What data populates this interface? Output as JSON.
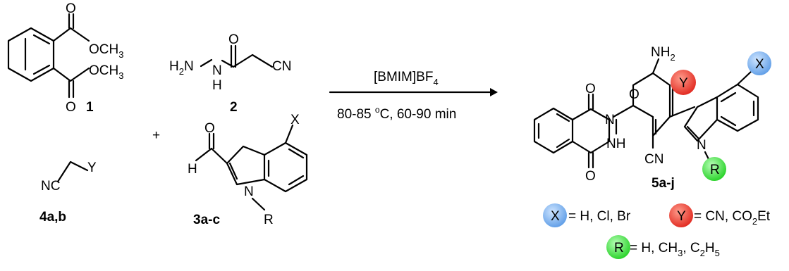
{
  "compounds": {
    "c1": {
      "label": "1",
      "groups": [
        "OCH",
        "OCH"
      ],
      "carbonyl_o": "O",
      "sub3": "3"
    },
    "c2": {
      "label": "2",
      "h2n": "H",
      "sub2": "2",
      "n": "N",
      "nh": "N",
      "h": "H",
      "o": "O",
      "cn": "CN"
    },
    "c3": {
      "label": "3a-c",
      "x": "X",
      "h": "H",
      "o": "O",
      "n": "N",
      "r": "R"
    },
    "c4": {
      "label": "4a,b",
      "nc": "NC",
      "y": "Y"
    },
    "c5": {
      "label": "5a-j",
      "nh2": "NH",
      "sub2": "2",
      "o_ring": "O",
      "o_top": "O",
      "o_bottom": "O",
      "n": "N",
      "nh": "NH",
      "cn": "CN",
      "n_indole": "N",
      "x": "X",
      "y": "Y",
      "r": "R"
    }
  },
  "plus": "+",
  "arrow": {
    "reagent": "[BMIM]BF",
    "reagent_sub": "4",
    "conditions_pre": "80-85 ",
    "conditions_sup": "o",
    "conditions_post": "C, 60-90 min"
  },
  "legend": {
    "x": {
      "letter": "X",
      "text": "= H, Cl, Br",
      "color": "#6aa9e9"
    },
    "y": {
      "letter": "Y",
      "text_pre": "= CN, CO",
      "sub": "2",
      "text_post": "Et",
      "color": "#e8403a"
    },
    "r": {
      "letter": "R",
      "text_pre": "= H, CH",
      "sub1": "3",
      "text_mid": ", C",
      "sub2": "2",
      "text_mid2": "H",
      "sub3": "5",
      "color": "#3ee23e"
    }
  }
}
